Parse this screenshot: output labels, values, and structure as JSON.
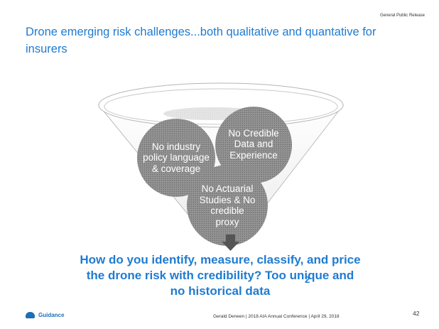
{
  "slide": {
    "release_label": "General Public Release",
    "title": "Drone emerging risk challenges...both qualitative and quantative for insurers",
    "bubbles": [
      {
        "text": "No industry policy language & coverage"
      },
      {
        "text": "No Credible Data and Experience"
      },
      {
        "text": "No Actuarial Studies & No credible proxy"
      }
    ],
    "question": "How do you identify, measure, classify,  and price the drone risk with credibility?  Too unique and no historical data",
    "stray_mark": "2",
    "footer": "Gerald Deneen | 2018 AIA Annual Conference | April 29, 2018",
    "page_number": "42",
    "logo_text": "Guidance"
  },
  "colors": {
    "title_blue": "#1f7bd1",
    "bubble_gray": "#8a8a8a",
    "funnel_outline": "#b8b8b8"
  }
}
